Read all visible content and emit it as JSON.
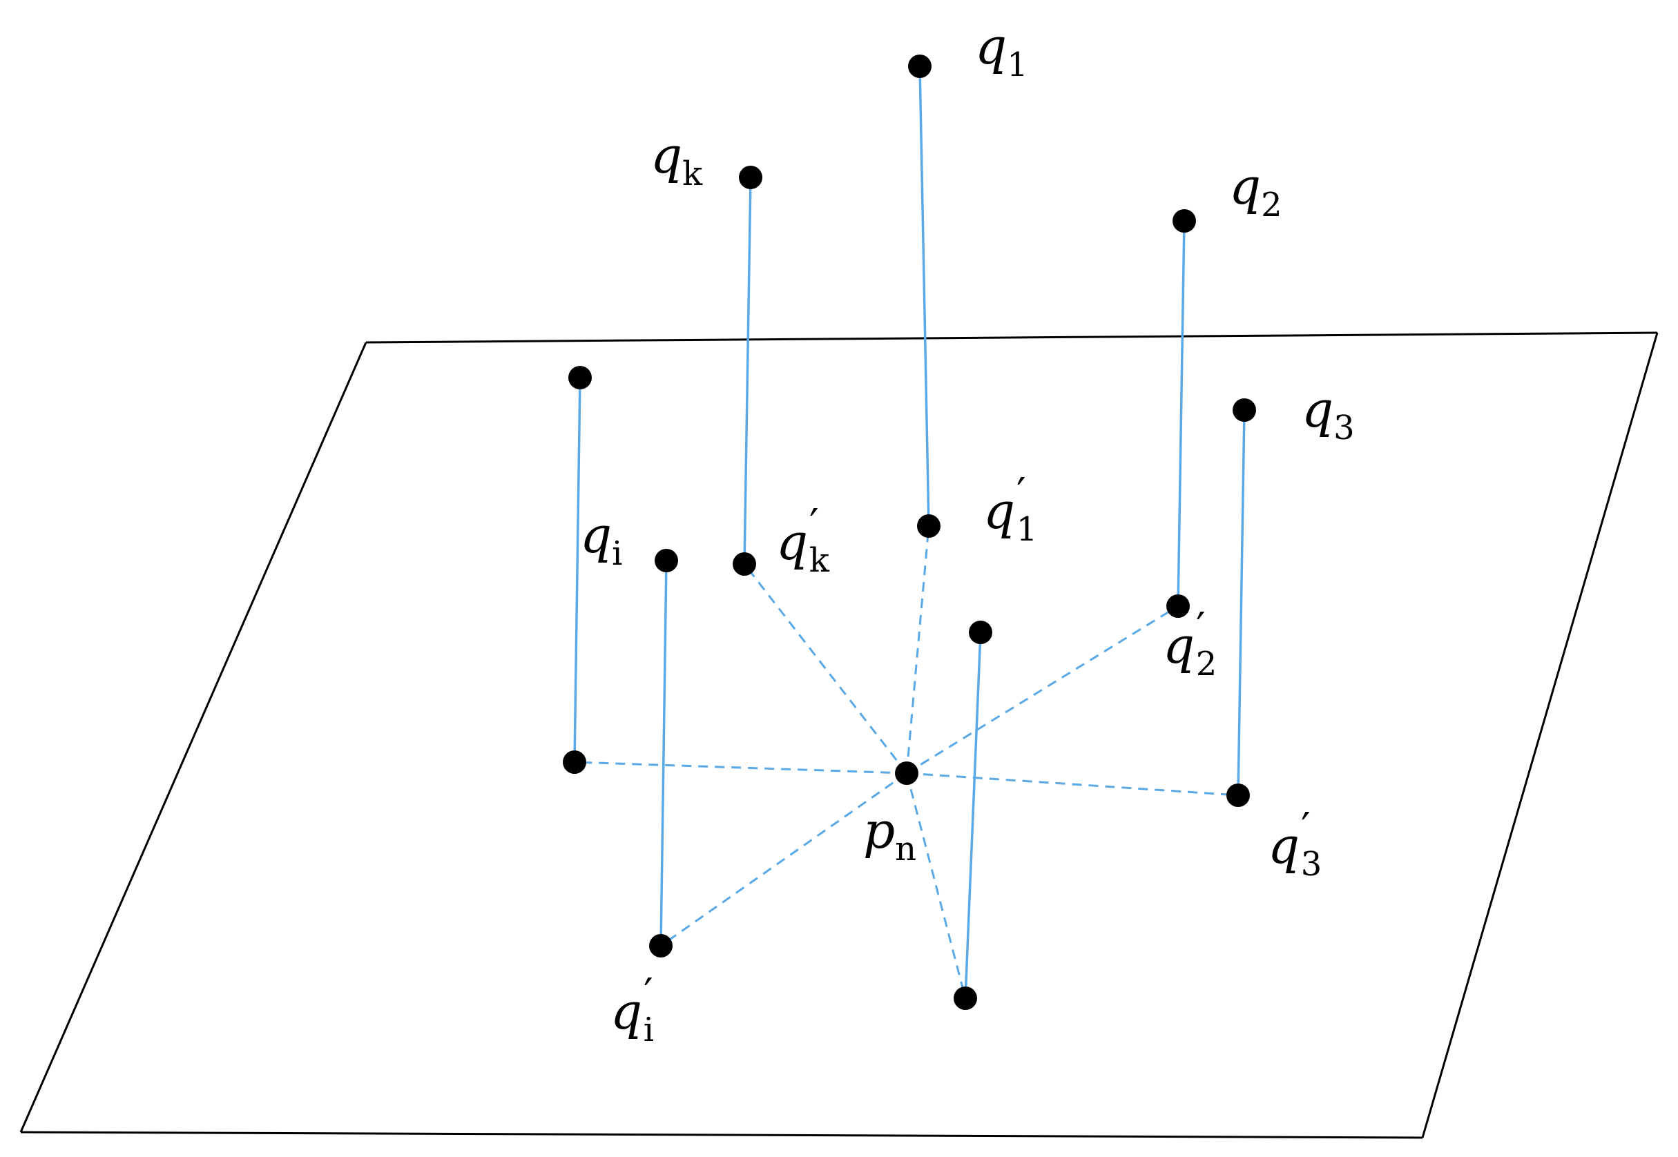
{
  "diagram": {
    "colors": {
      "plane": "#000000",
      "vertical_line": "#5aa9e6",
      "dashed_line": "#5aa9e6",
      "point": "#000000"
    },
    "labels": [
      {
        "id": "q1",
        "base": "q",
        "sub": "1",
        "prime": false
      },
      {
        "id": "qk",
        "base": "q",
        "sub": "k",
        "prime": false
      },
      {
        "id": "q2",
        "base": "q",
        "sub": "2",
        "prime": false
      },
      {
        "id": "q3",
        "base": "q",
        "sub": "3",
        "prime": false
      },
      {
        "id": "qi",
        "base": "q",
        "sub": "i",
        "prime": false
      },
      {
        "id": "qkp",
        "base": "q",
        "sub": "k",
        "prime": true
      },
      {
        "id": "q1p",
        "base": "q",
        "sub": "1",
        "prime": true
      },
      {
        "id": "q2p",
        "base": "q",
        "sub": "2",
        "prime": true
      },
      {
        "id": "q3p",
        "base": "q",
        "sub": "3",
        "prime": true
      },
      {
        "id": "qip",
        "base": "q",
        "sub": "i",
        "prime": true
      },
      {
        "id": "pn",
        "base": "p",
        "sub": "n",
        "prime": false
      }
    ]
  }
}
